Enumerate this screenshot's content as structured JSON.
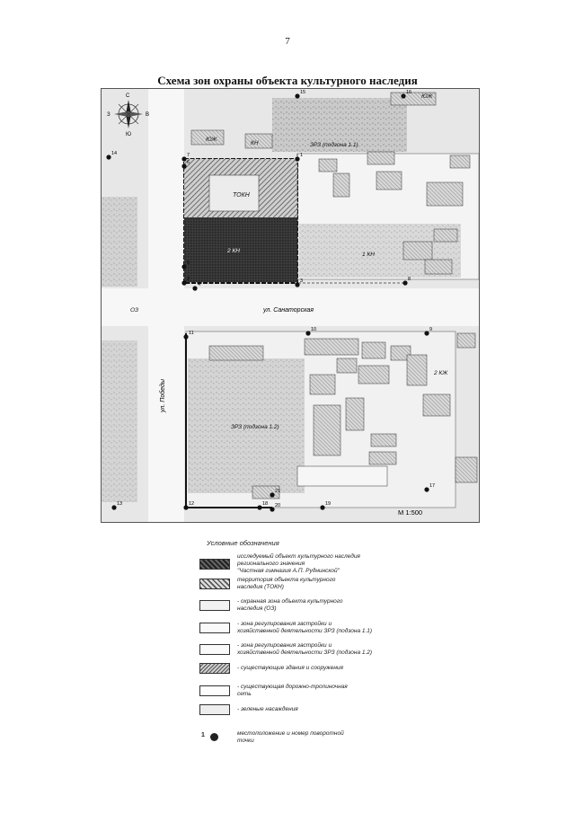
{
  "page_number": "7",
  "title": "Схема зон охраны объекта культурного наследия",
  "map": {
    "compass_labels": {
      "north": "С",
      "south": "Ю",
      "west": "З",
      "east": "В"
    },
    "zone_labels": [
      {
        "text": "ЮЖ"
      },
      {
        "text": "КН"
      },
      {
        "text": "ТОКН"
      },
      {
        "text": "2 КН"
      },
      {
        "text": "1 КН"
      },
      {
        "text": "ЗРЗ (подзона 1.1)"
      },
      {
        "text": "ОЗ"
      },
      {
        "text": "ЗРЗ (подзона 1.2)"
      },
      {
        "text": "2 КЖ"
      },
      {
        "text": "ЮЖ"
      }
    ],
    "streets": {
      "horizontal": "ул. Санаторская",
      "vertical": "ул. Победы"
    },
    "scale": "М 1:500",
    "points": [
      "1",
      "2",
      "3",
      "4",
      "5",
      "6",
      "7",
      "8",
      "9",
      "10",
      "11",
      "12",
      "13",
      "14",
      "15",
      "16",
      "17",
      "18",
      "19",
      "20",
      "21"
    ]
  },
  "legend": {
    "title": "Условные обозначения",
    "items": [
      {
        "key": "object",
        "lines": [
          "исследуемый объект культурного наследия",
          "регионального значения",
          "\"Частная гимназия А.П. Руднинской\""
        ]
      },
      {
        "key": "territory",
        "lines": [
          "территория объекта культурного",
          "наследия (ТОКН)"
        ]
      },
      {
        "key": "oz",
        "lines": [
          "- охранная зона объекта культурного",
          "наследия (ОЗ)"
        ]
      },
      {
        "key": "zrz1",
        "lines": [
          "- зона регулирования застройки и",
          "хозяйственной деятельности ЗРЗ (подзона 1.1)"
        ]
      },
      {
        "key": "zrz2",
        "lines": [
          "- зона регулирования застройки и",
          "хозяйственной деятельности ЗРЗ (подзона 1.2)"
        ]
      },
      {
        "key": "build",
        "lines": [
          "- существующие здания и сооружения"
        ]
      },
      {
        "key": "road",
        "lines": [
          "- существующая дорожно-тропиночная",
          "сеть"
        ]
      },
      {
        "key": "green",
        "lines": [
          "- зеленые насаждения"
        ]
      }
    ],
    "point_item": {
      "num": "1",
      "lines": [
        "местоположение и номер поворотной",
        "точки"
      ]
    }
  }
}
